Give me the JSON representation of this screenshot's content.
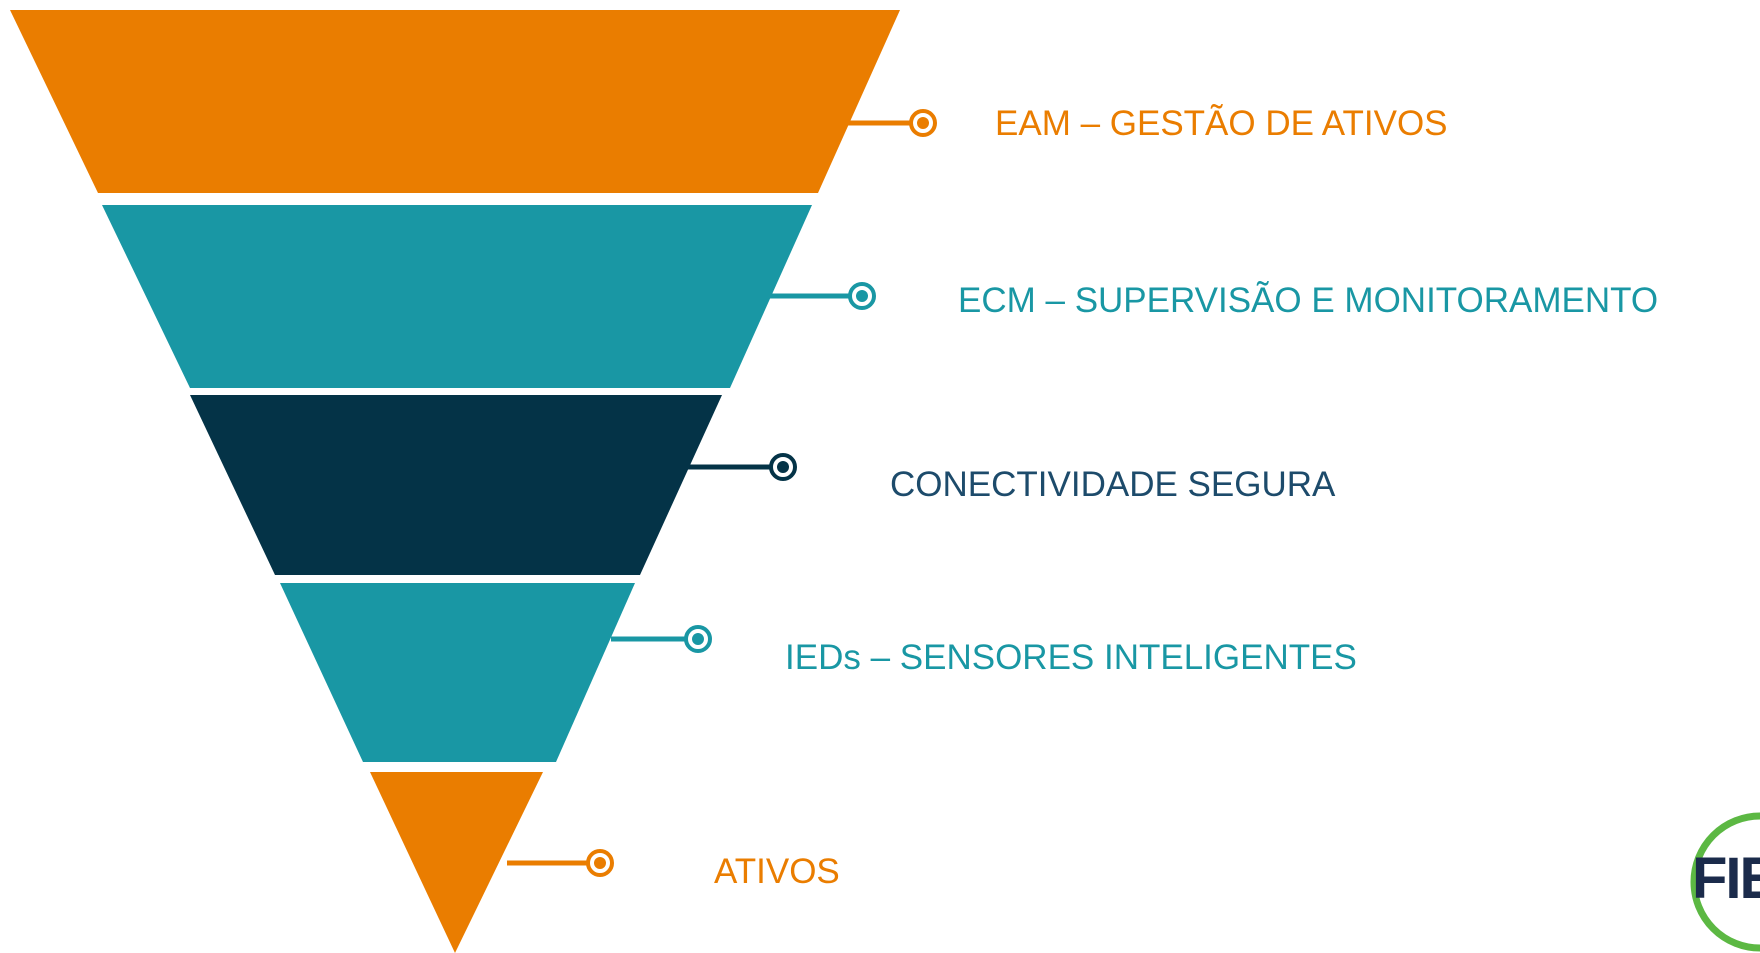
{
  "diagram": {
    "layers": [
      {
        "label": "EAM – GESTÃO DE ATIVOS",
        "color": "#ea7d00"
      },
      {
        "label": "ECM – SUPERVISÃO E MONITORAMENTO",
        "color": "#1997a4"
      },
      {
        "label": "CONECTIVIDADE SEGURA",
        "color": "#043347"
      },
      {
        "label": "IEDs – SENSORES INTELIGENTES",
        "color": "#1997a4"
      },
      {
        "label": "ATIVOS",
        "color": "#ea7d00"
      }
    ],
    "label_colors": [
      "#ea7d00",
      "#1997a4",
      "#1d4b6b",
      "#1997a4",
      "#ea7d00"
    ]
  },
  "logo": {
    "text": "FIE",
    "ring_color": "#5cb843"
  }
}
